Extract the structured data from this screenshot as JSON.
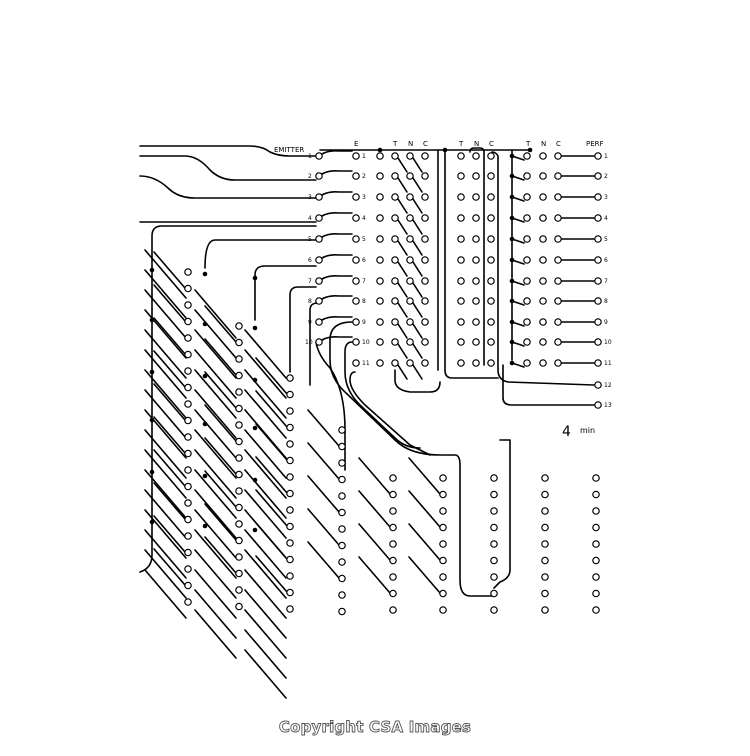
{
  "labels": {
    "emitter": "EMITTER",
    "e": "E",
    "t": "T",
    "n": "N",
    "c": "C",
    "perf": "PERF",
    "minus": "4",
    "min": "min"
  },
  "emitter_rows": [
    "1",
    "2",
    "3",
    "4",
    "5",
    "6",
    "7",
    "8",
    "9",
    "10"
  ],
  "e_rows": [
    "1",
    "2",
    "3",
    "4",
    "5",
    "6",
    "7",
    "8",
    "9",
    "10",
    "11"
  ],
  "perf_rows": [
    "1",
    "2",
    "3",
    "4",
    "5",
    "6",
    "7",
    "8",
    "9",
    "10",
    "11",
    "12",
    "13"
  ],
  "watermark": "Copyright CSA Images"
}
